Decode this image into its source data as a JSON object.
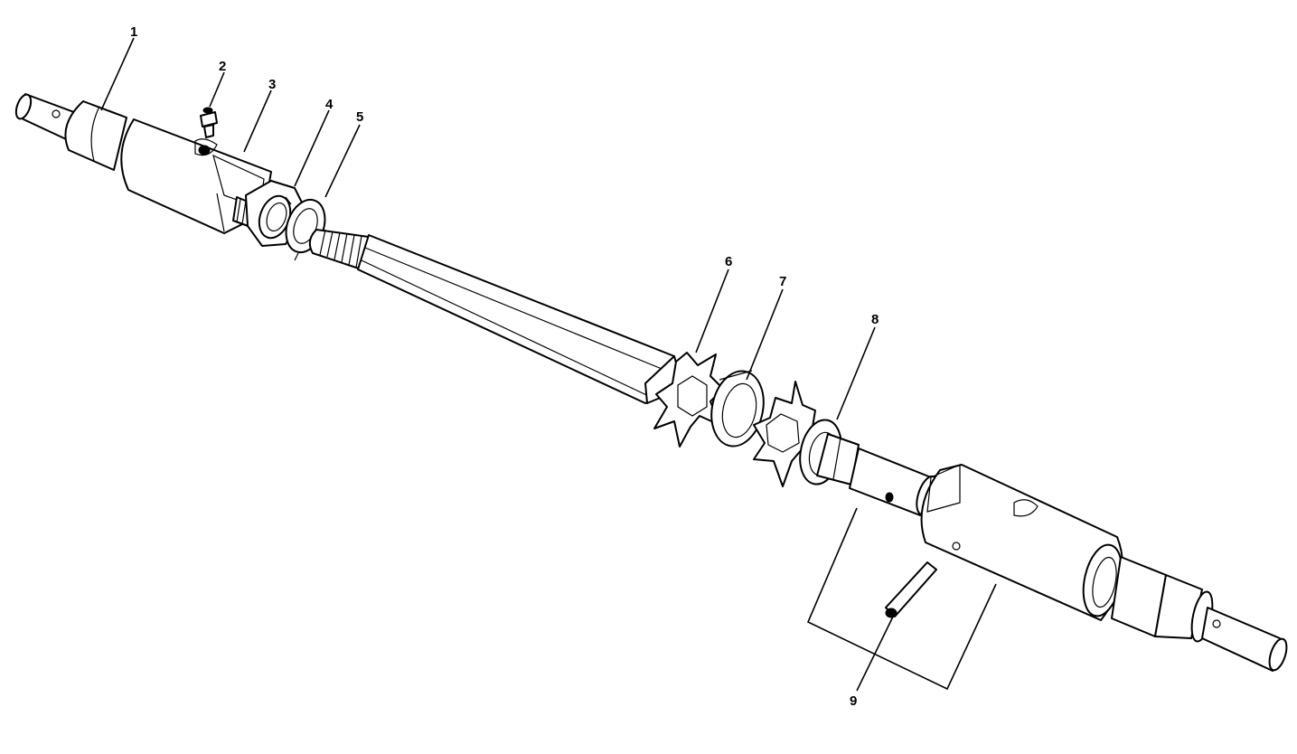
{
  "callouts": [
    {
      "id": "1",
      "label": "1"
    },
    {
      "id": "2",
      "label": "2"
    },
    {
      "id": "3",
      "label": "3"
    },
    {
      "id": "4",
      "label": "4"
    },
    {
      "id": "5",
      "label": "5"
    },
    {
      "id": "6",
      "label": "6"
    },
    {
      "id": "7",
      "label": "7"
    },
    {
      "id": "8",
      "label": "8"
    },
    {
      "id": "9",
      "label": "9"
    }
  ],
  "colors": {
    "line": "#000000",
    "fill": "#ffffff"
  }
}
